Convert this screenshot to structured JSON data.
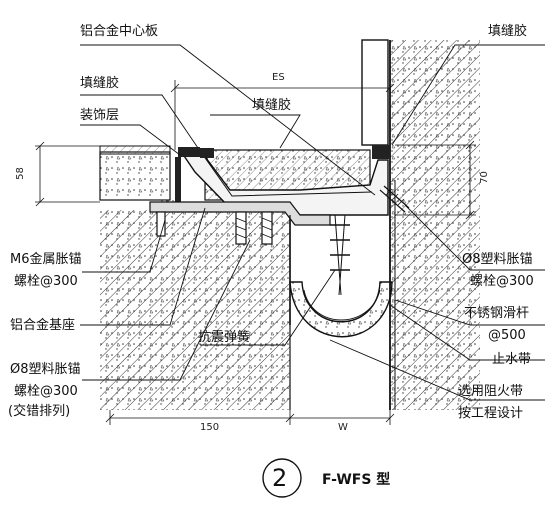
{
  "labels": {
    "center_plate": "铝合金中心板",
    "sealant_top_right": "填缝胶",
    "sealant_left": "填缝胶",
    "decor_layer": "装饰层",
    "sealant_mid": "填缝胶",
    "m6_anchor_1": "M6金属胀锚",
    "m6_anchor_2": "螺栓@300",
    "base_seat": "铝合金基座",
    "plastic_anchor_1": "Ø8塑料胀锚",
    "plastic_anchor_2": "螺栓@300",
    "plastic_anchor_3": "(交错排列)",
    "spring": "抗震弹簧",
    "right_anchor_1": "Ø8塑料胀锚",
    "right_anchor_2": "螺栓@300",
    "slide_rod_1": "不锈钢滑杆",
    "slide_rod_2": "@500",
    "waterstop": "止水带",
    "fire_belt_1": "选用阻火带",
    "fire_belt_2": "按工程设计"
  },
  "dimensions": {
    "es": "ES",
    "d58": "58",
    "d70": "70",
    "d150": "150",
    "w": "W"
  },
  "caption": {
    "number": "2",
    "type": "F-WFS 型"
  }
}
